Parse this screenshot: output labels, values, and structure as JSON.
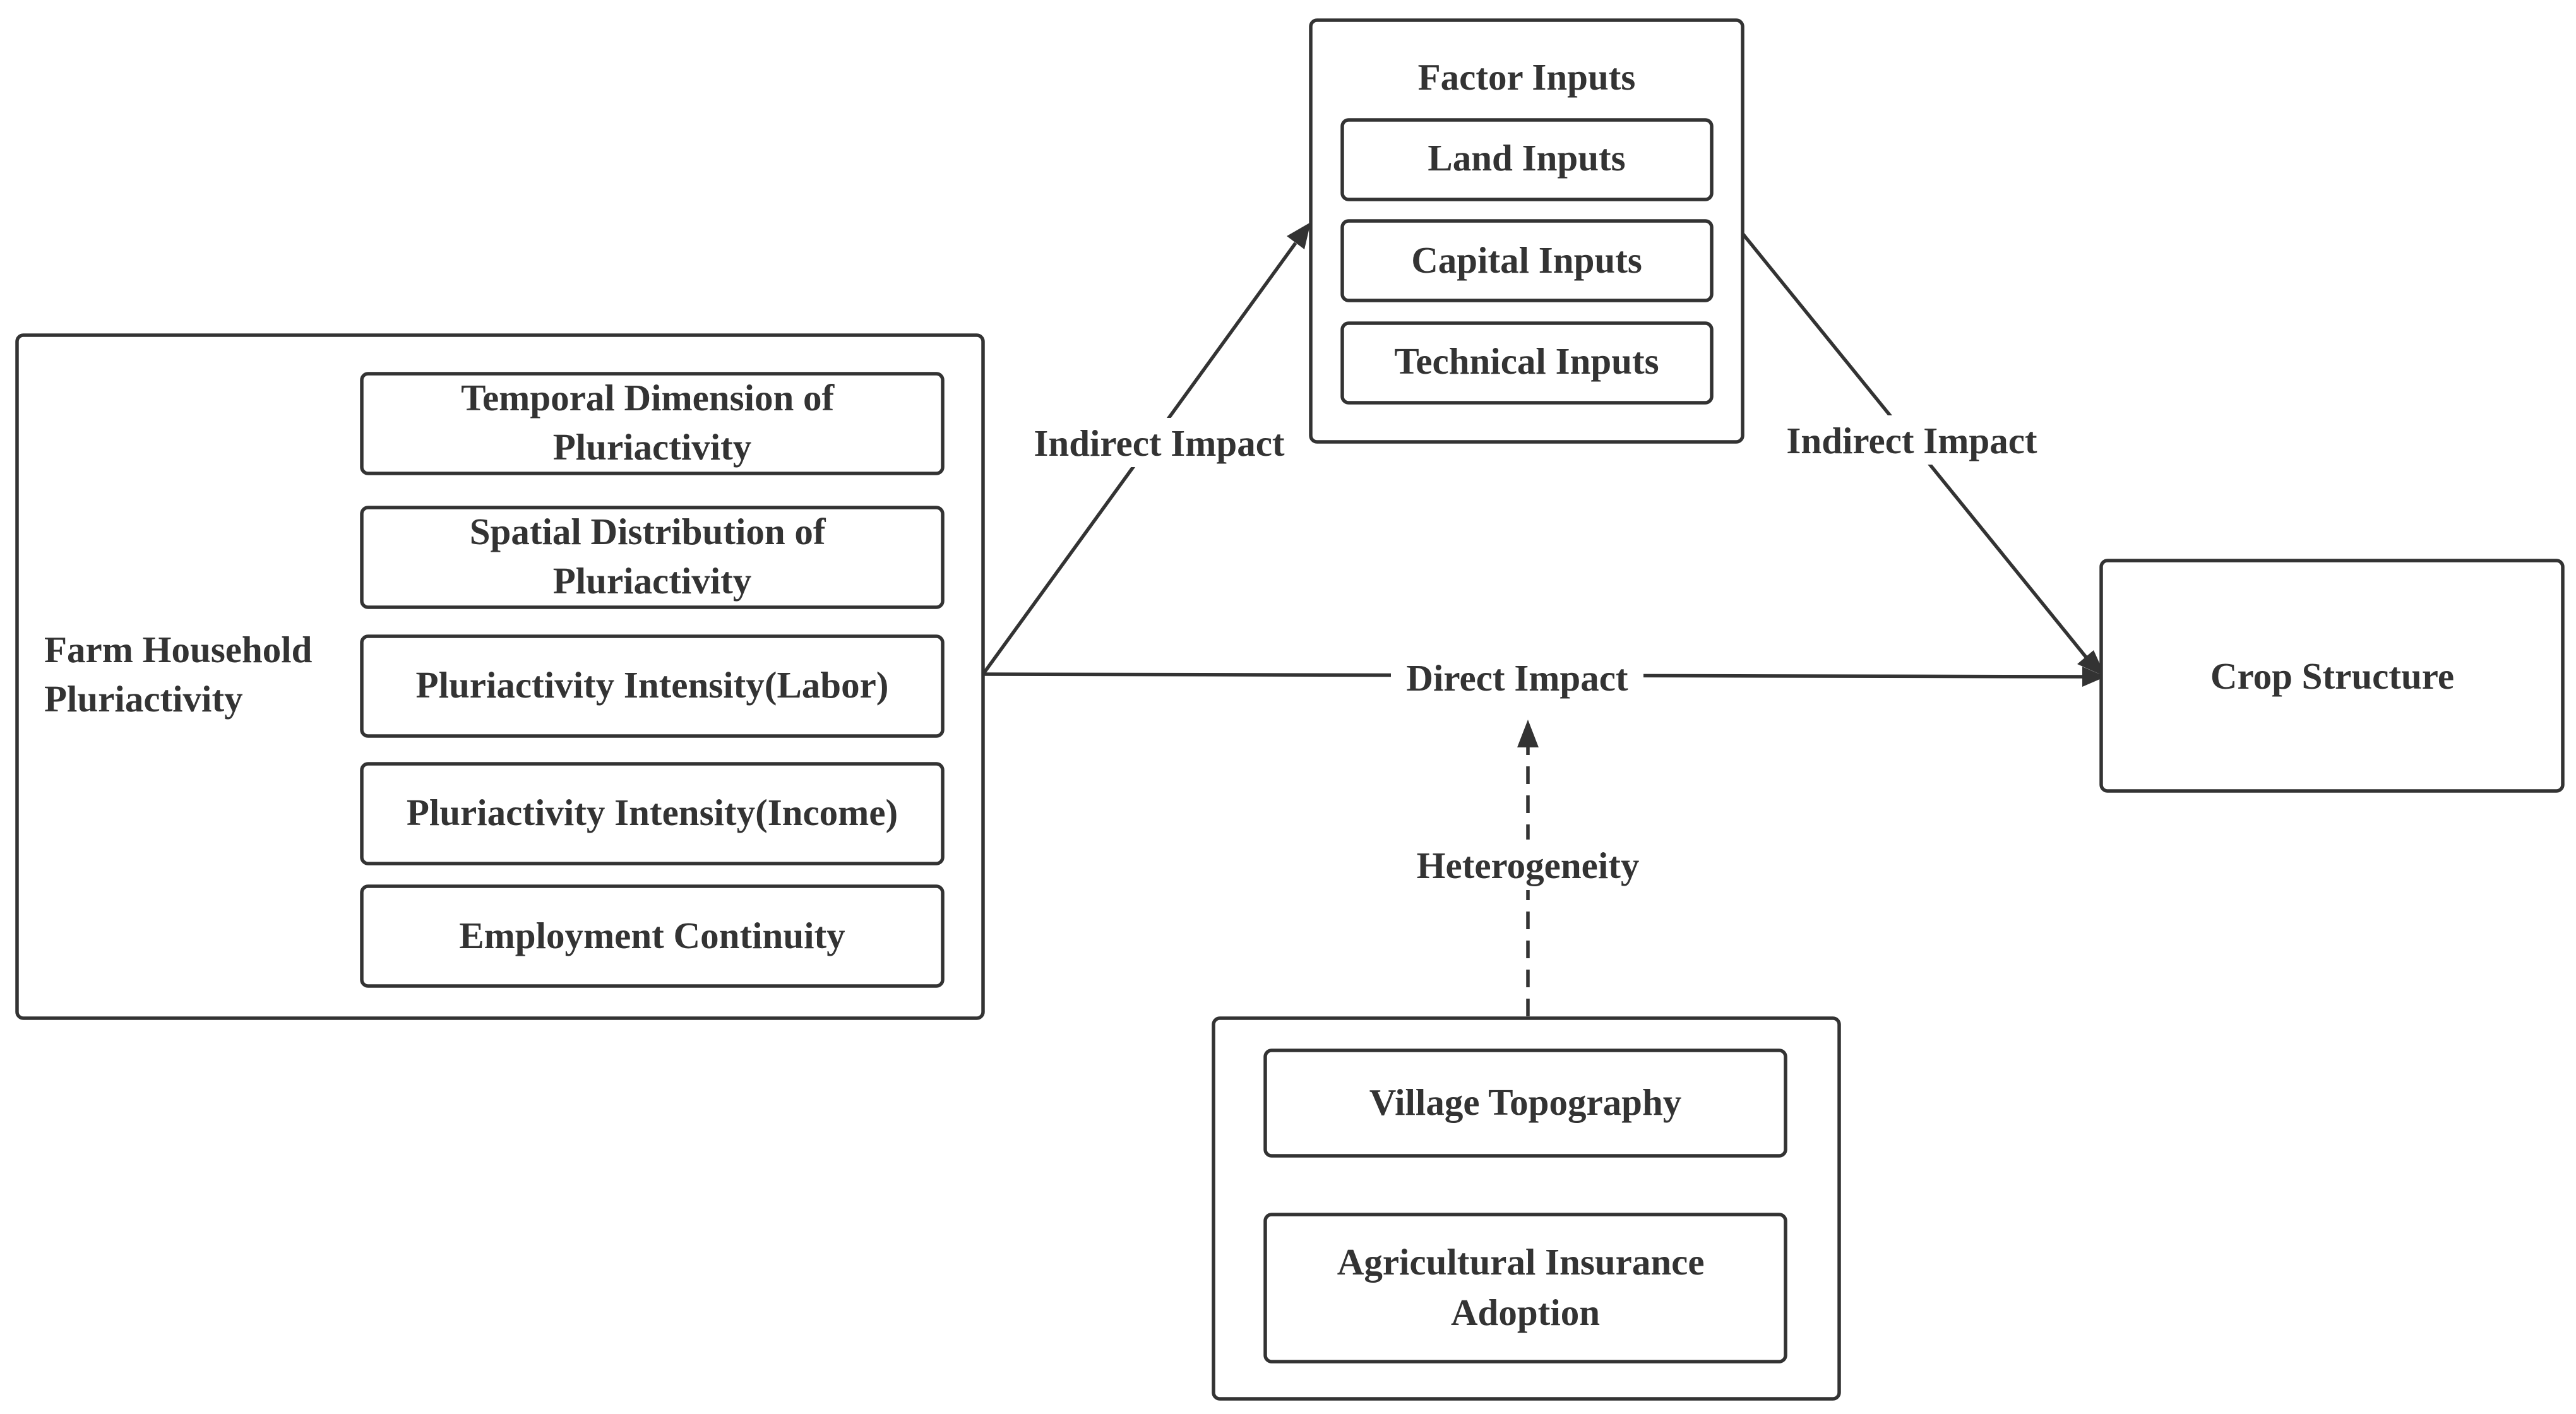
{
  "nodes": {
    "pluriactivity_group": {
      "label_lines": [
        "Farm Household",
        "Pluriactivity"
      ],
      "items": [
        {
          "lines": [
            "Temporal Dimension of",
            "Pluriactivity"
          ]
        },
        {
          "lines": [
            "Spatial Distribution of",
            "Pluriactivity"
          ]
        },
        {
          "lines": [
            "Pluriactivity Intensity(Labor)"
          ]
        },
        {
          "lines": [
            "Pluriactivity Intensity(Income)"
          ]
        },
        {
          "lines": [
            "Employment Continuity"
          ]
        }
      ]
    },
    "factor_inputs_group": {
      "title": "Factor Inputs",
      "items": [
        {
          "lines": [
            "Land Inputs"
          ]
        },
        {
          "lines": [
            "Capital Inputs"
          ]
        },
        {
          "lines": [
            "Technical Inputs"
          ]
        }
      ]
    },
    "crop_structure": {
      "label": "Crop Structure"
    },
    "heterogeneity_group": {
      "items": [
        {
          "lines": [
            "Village Topography"
          ]
        },
        {
          "lines": [
            "Agricultural Insurance",
            "Adoption"
          ]
        }
      ]
    }
  },
  "edges": {
    "indirect_left": {
      "label": "Indirect Impact",
      "style": "solid"
    },
    "indirect_right": {
      "label": "Indirect Impact",
      "style": "solid"
    },
    "direct": {
      "label": "Direct Impact",
      "style": "solid"
    },
    "heterogeneity": {
      "label": "Heterogeneity",
      "style": "dashed"
    }
  },
  "colors": {
    "stroke": "#333333",
    "text": "#333333",
    "background": "#ffffff"
  }
}
